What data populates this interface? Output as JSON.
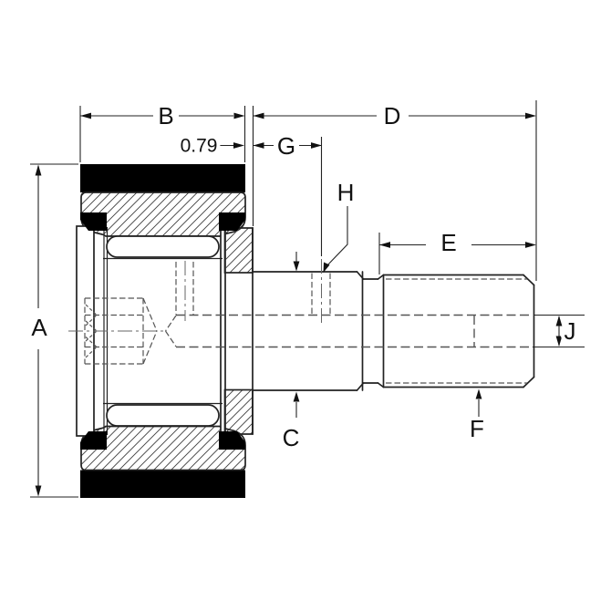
{
  "drawing": {
    "labels": {
      "A": "A",
      "B": "B",
      "C": "C",
      "D": "D",
      "E": "E",
      "F": "F",
      "G": "G",
      "H": "H",
      "J": "J",
      "seal_protrusion": "0.79"
    },
    "colors": {
      "line": "#222222",
      "hidden_line": "#555555",
      "center_line": "#666666",
      "solid_fill": "#000000",
      "hatch": "#3f3f3f",
      "background": "#ffffff"
    }
  }
}
